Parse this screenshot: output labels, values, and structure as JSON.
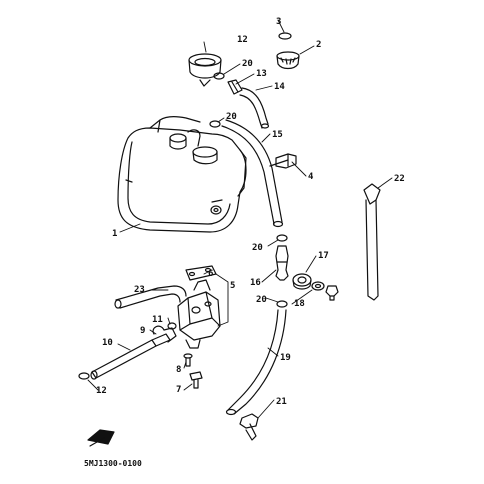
{
  "diagram": {
    "part_code": "5MJ1300-0100",
    "colors": {
      "ink": "#111111",
      "paper": "#ffffff"
    },
    "callouts": [
      {
        "id": "label-1",
        "text": "1"
      },
      {
        "id": "label-2",
        "text": "2"
      },
      {
        "id": "label-3",
        "text": "3"
      },
      {
        "id": "label-4",
        "text": "4"
      },
      {
        "id": "label-5",
        "text": "5"
      },
      {
        "id": "label-6",
        "text": "6"
      },
      {
        "id": "label-7",
        "text": "7"
      },
      {
        "id": "label-8",
        "text": "8"
      },
      {
        "id": "label-9",
        "text": "9"
      },
      {
        "id": "label-10",
        "text": "10"
      },
      {
        "id": "label-11",
        "text": "11"
      },
      {
        "id": "label-12a",
        "text": "12"
      },
      {
        "id": "label-12b",
        "text": "12"
      },
      {
        "id": "label-13",
        "text": "13"
      },
      {
        "id": "label-14",
        "text": "14"
      },
      {
        "id": "label-15",
        "text": "15"
      },
      {
        "id": "label-16",
        "text": "16"
      },
      {
        "id": "label-17",
        "text": "17"
      },
      {
        "id": "label-18",
        "text": "18"
      },
      {
        "id": "label-19",
        "text": "19"
      },
      {
        "id": "label-20a",
        "text": "20"
      },
      {
        "id": "label-20b",
        "text": "20"
      },
      {
        "id": "label-20c",
        "text": "20"
      },
      {
        "id": "label-20d",
        "text": "20"
      },
      {
        "id": "label-21",
        "text": "21"
      },
      {
        "id": "label-22",
        "text": "22"
      },
      {
        "id": "label-23",
        "text": "23"
      }
    ]
  }
}
